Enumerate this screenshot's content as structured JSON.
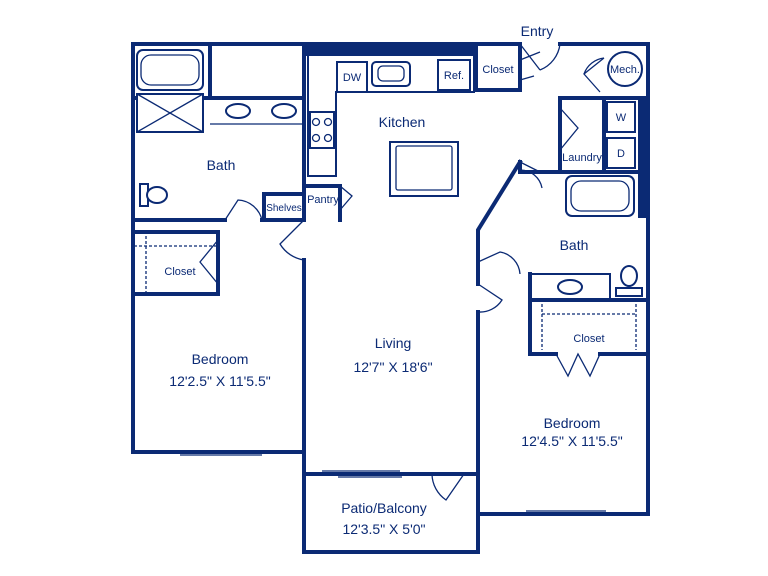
{
  "rooms": {
    "entry": "Entry",
    "kitchen": "Kitchen",
    "living": "Living",
    "living_size": "12'7\" X 18'6\"",
    "bath_left": "Bath",
    "bath_right": "Bath",
    "bedroom_left": "Bedroom",
    "bedroom_left_size": "12'2.5\" X 11'5.5\"",
    "bedroom_right": "Bedroom",
    "bedroom_right_size": "12'4.5\" X 11'5.5\"",
    "patio": "Patio/Balcony",
    "patio_size": "12'3.5\" X 5'0\"",
    "closet_left": "Closet",
    "closet_right": "Closet",
    "closet_entry": "Closet",
    "laundry": "Laundry",
    "pantry": "Pantry",
    "shelves": "Shelves",
    "mech": "Mech.",
    "dw": "DW",
    "ref": "Ref.",
    "washer": "W",
    "dryer": "D"
  },
  "colors": {
    "wall": "#0b2a74",
    "background": "#ffffff"
  }
}
